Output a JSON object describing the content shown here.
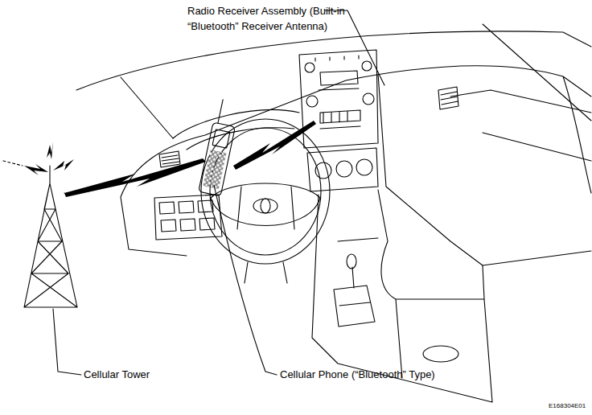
{
  "diagram": {
    "labels": [
      "Radio Receiver Assembly (Built-in “Bluetooth” Receiver Antenna)",
      "Cellular Tower",
      "Cellular Phone (“Bluetooth” Type)",
      "E168304E01"
    ]
  }
}
